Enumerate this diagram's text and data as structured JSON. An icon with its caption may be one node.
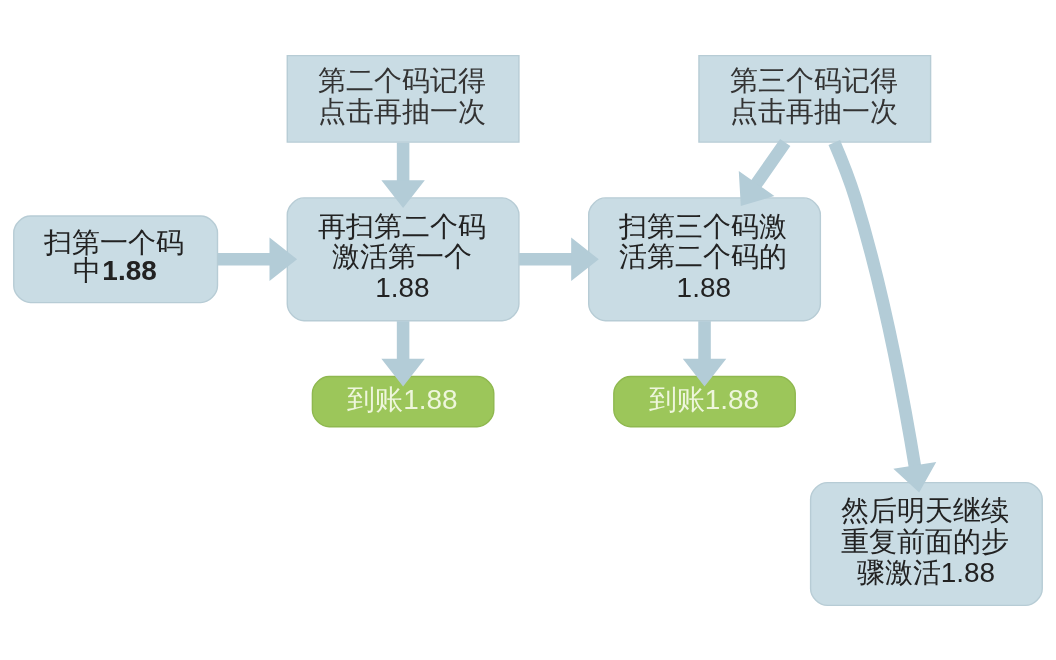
{
  "diagram": {
    "nodes": [
      {
        "text": [
          "扫第一个码中**1.88**"
        ]
      },
      {
        "text": [
          "再扫第二个码激活第一个1.88"
        ]
      },
      {
        "text": [
          "第二个码记得点击再抽一次"
        ]
      },
      {
        "text": [
          "到账1.88"
        ]
      },
      {
        "text": [
          "扫第三个码激活第二个码的1.88"
        ]
      },
      {
        "text": [
          "第三个码记得点击再抽一次"
        ]
      },
      {
        "text": [
          "到账1.88"
        ]
      },
      {
        "text": [
          "然后明天继续重复前面的步骤激活1.88"
        ]
      }
    ],
    "edges": [
      {
        "from": 0,
        "to": 1,
        "arrow": "to"
      },
      {
        "from": 2,
        "to": 1,
        "arrow": "to"
      },
      {
        "from": 1,
        "to": 3,
        "arrow": "to"
      },
      {
        "from": 1,
        "to": 4,
        "arrow": "to"
      },
      {
        "from": 5,
        "to": 4,
        "arrow": "to"
      },
      {
        "from": 4,
        "to": 6,
        "arrow": "to"
      },
      {
        "from": 5,
        "to": 7,
        "arrow": "to"
      }
    ]
  }
}
